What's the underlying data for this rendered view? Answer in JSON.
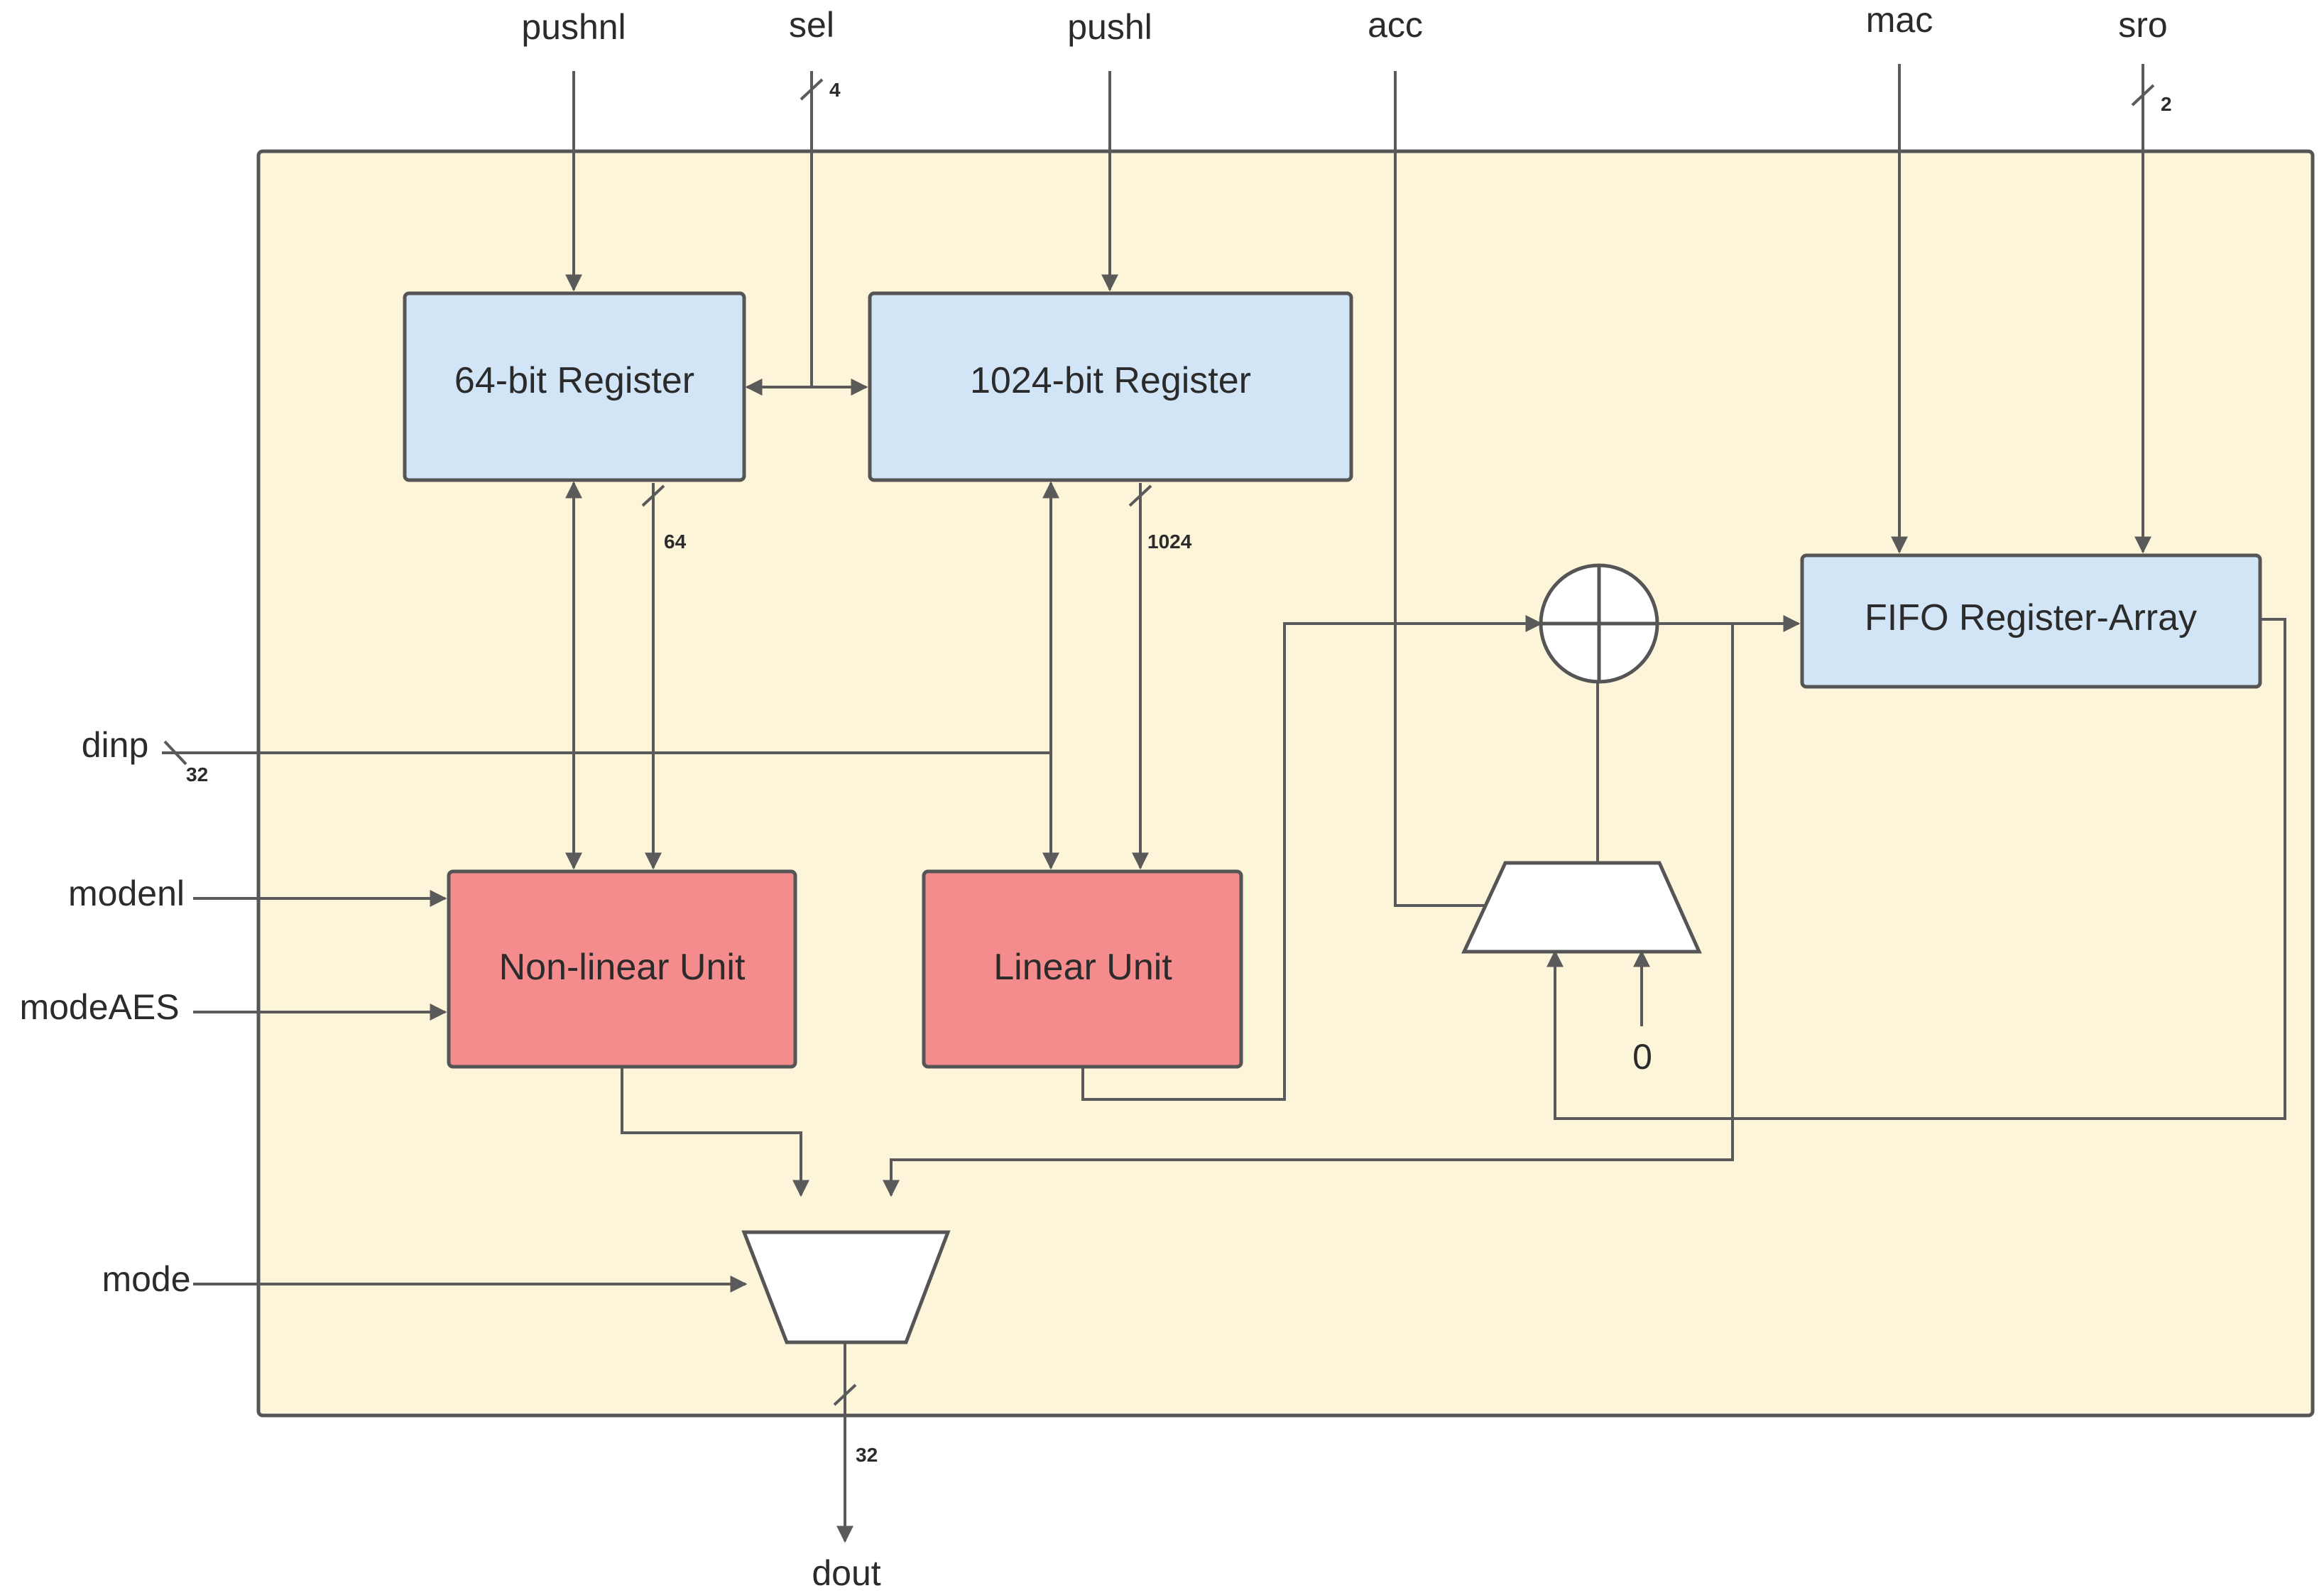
{
  "colors": {
    "container_fill": "#fdf5da",
    "register_fill": "#d2e5f6",
    "unit_fill": "#f48b8d",
    "mux_fill": "#ffffff",
    "wire": "#5a5a5a",
    "border": "#555555"
  },
  "inputs": {
    "pushnl": "pushnl",
    "sel": "sel",
    "pushl": "pushl",
    "acc": "acc",
    "mac": "mac",
    "sro": "sro",
    "dinp": "dinp",
    "modenl": "modenl",
    "modeAES": "modeAES",
    "mode": "mode"
  },
  "outputs": {
    "dout": "dout"
  },
  "blocks": {
    "reg64": "64-bit Register",
    "reg1024": "1024-bit Register",
    "fifo": "FIFO Register-Array",
    "nonlinear": "Non-linear Unit",
    "linear": "Linear Unit"
  },
  "constants": {
    "zero": "0"
  },
  "bus_widths": {
    "sel": "4",
    "sro": "2",
    "reg64_out": "64",
    "reg1024_out": "1024",
    "dinp": "32",
    "dout": "32"
  }
}
